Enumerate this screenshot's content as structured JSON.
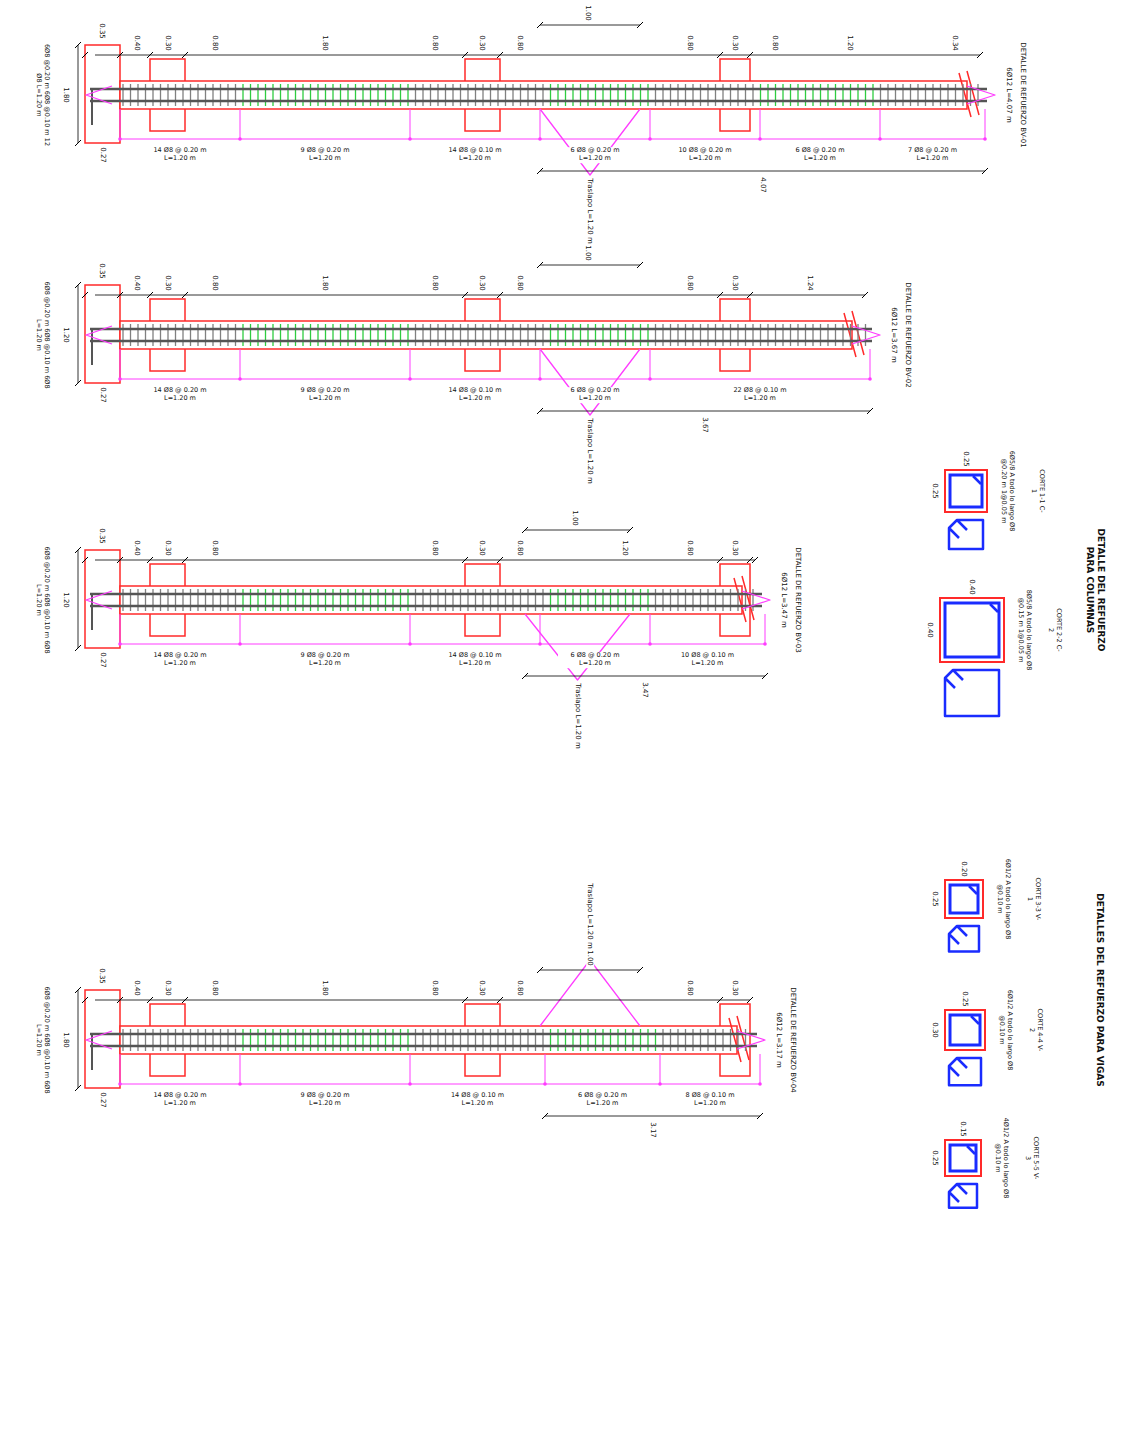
{
  "diagram": {
    "labels": [
      "0.35",
      "0.40",
      "0.30",
      "0.80",
      "1.80",
      "0.80",
      "0.30",
      "0.80",
      "1.00",
      "0.80",
      "0.30",
      "0.80",
      "1.20",
      "0.34",
      "1.80",
      "6Ø8 @0.20 m 6Ø8 @0.10 m 12 Ø8 L=1.20 m",
      "0.27",
      "14 Ø8 @ 0.20 m L=1.20 m",
      "9 Ø8 @ 0.20 m L=1.20 m",
      "14 Ø8 @ 0.10 m L=1.20 m",
      "6 Ø8 @ 0.20 m L=1.20 m",
      "10 Ø8 @ 0.20 m L=1.20 m",
      "6 Ø8 @ 0.20 m L=1.20 m",
      "7 Ø8 @ 0.20 m L=1.20 m",
      "Traslapo L=1.20 m",
      "4.07",
      "6Ø12 L=4.07 m",
      "DETALLE DE REFUERZO BV-01",
      "0.35",
      "0.40",
      "0.30",
      "0.80",
      "1.80",
      "0.80",
      "0.30",
      "0.80",
      "1.00",
      "0.80",
      "0.30",
      "1.24",
      "1.20",
      "6Ø8 @0.20 m 6Ø8 @0.10 m 6Ø8 L=1.20 m",
      "0.27",
      "14 Ø8 @ 0.20 m L=1.20 m",
      "9 Ø8 @ 0.20 m L=1.20 m",
      "14 Ø8 @ 0.10 m L=1.20 m",
      "6 Ø8 @ 0.20 m L=1.20 m",
      "22 Ø8 @ 0.10 m L=1.20 m",
      "Traslapo L=1.20 m",
      "3.67",
      "6Ø12 L=3.67 m",
      "DETALLE DE REFUERZO BV-02",
      "0.35",
      "0.40",
      "0.30",
      "0.80",
      "0.80",
      "0.30",
      "0.80",
      "1.00",
      "1.20",
      "0.80",
      "0.30",
      "1.20",
      "6Ø8 @0.20 m 6Ø8 @0.10 m 6Ø8 L=1.20 m",
      "0.27",
      "14 Ø8 @ 0.20 m L=1.20 m",
      "9 Ø8 @ 0.20 m L=1.20 m",
      "14 Ø8 @ 0.10 m L=1.20 m",
      "6 Ø8 @ 0.20 m L=1.20 m",
      "10 Ø8 @ 0.10 m L=1.20 m",
      "Traslapo L=1.20 m",
      "3.47",
      "6Ø12 L=3.47 m",
      "DETALLE DE REFUERZO BV-03",
      "0.35",
      "0.40",
      "0.30",
      "0.80",
      "1.80",
      "0.80",
      "0.30",
      "0.80",
      "1.00",
      "0.80",
      "0.30",
      "1.80",
      "6Ø8 @0.20 m 6Ø8 @0.10 m 6Ø8 L=1.20 m",
      "0.27",
      "14 Ø8 @ 0.20 m L=1.20 m",
      "9 Ø8 @ 0.20 m L=1.20 m",
      "14 Ø8 @ 0.10 m L=1.20 m",
      "6 Ø8 @ 0.20 m L=1.20 m",
      "8 Ø8 @ 0.10 m L=1.20 m",
      "Traslapo L=1.20 m",
      "3.17",
      "6Ø12 L=3.17 m",
      "DETALLE DE REFUERZO BV-04",
      "DETALLE DEL REFUERZO PARA COLUMNAS",
      "0.25",
      "0.25",
      "6Ø5/8 A todo lo largo Ø8 @0.20 m 1@0.05 m",
      "CORTE 1-1 C-1",
      "0.40",
      "0.40",
      "8Ø5/8 A todo lo largo Ø8 @0.15 m 1@0.05 m",
      "CORTE 2-2 C-2",
      "DETALLES DEL REFUERZO PARA VIGAS",
      "0.25",
      "0.20",
      "6Ø1/2 A todo lo largo Ø8 @0.10 m",
      "CORTE 3-3 V-1",
      "0.30",
      "0.25",
      "6Ø1/2 A todo lo largo Ø8 @0.10 m",
      "CORTE 4-4 V-2",
      "0.25",
      "0.15",
      "4Ø1/2 A todo lo largo Ø8 @0.10 m",
      "CORTE 5-5 V-3"
    ]
  }
}
